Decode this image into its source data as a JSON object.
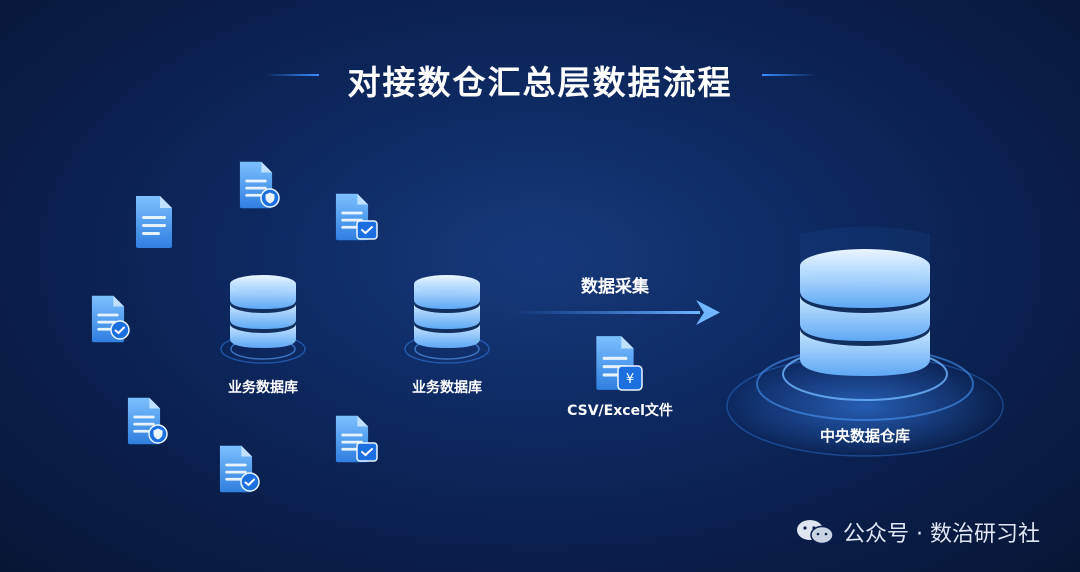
{
  "title": "对接数仓汇总层数据流程",
  "db_left_label": "业务数据库",
  "db_mid_label": "业务数据库",
  "arrow_label": "数据采集",
  "csv_label": "CSV/Excel文件",
  "central_label": "中央数据仓库",
  "watermark_text": "公众号 · 数治研习社",
  "colors": {
    "background": "#0a1f4d",
    "accent": "#3a8cff",
    "doc_blue": "#4a9cf0"
  },
  "icons": [
    "document-icon",
    "database-icon",
    "shield-check-icon",
    "check-icon",
    "arrow-right-icon",
    "wechat-icon"
  ]
}
